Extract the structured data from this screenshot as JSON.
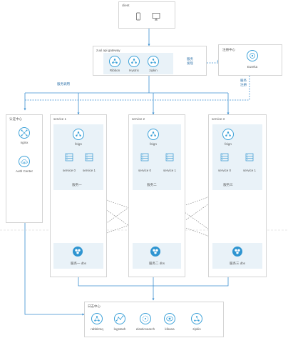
{
  "client": {
    "title": "client",
    "phone_icon": "mobile-phone-icon",
    "desktop_icon": "desktop-monitor-icon"
  },
  "gateway": {
    "title": "zuul api gateway",
    "items": [
      {
        "label": "Ribbon",
        "icon": "ribbon-icon"
      },
      {
        "label": "Hystrix",
        "icon": "hystrix-icon"
      },
      {
        "label": "zipkin",
        "icon": "zipkin-icon"
      }
    ],
    "discovery_note": "服务\n发现"
  },
  "registry": {
    "title": "注册中心",
    "item": {
      "label": "Eureka",
      "icon": "eureka-icon"
    },
    "register_note": "服务\n注册"
  },
  "call_note": "服务调用",
  "auth_center": {
    "title": "认证中心",
    "items": [
      {
        "label": "nginx",
        "icon": "nginx-icon"
      },
      {
        "label": "Auth Center",
        "icon": "auth-center-icon"
      }
    ]
  },
  "services": [
    {
      "title": "service 1",
      "feign": "feign",
      "instances": [
        "service 0",
        "service 1"
      ],
      "group": "服务一",
      "db": "服务一 dbs"
    },
    {
      "title": "service 2",
      "feign": "feign",
      "instances": [
        "service 0",
        "service 1"
      ],
      "group": "服务二",
      "db": "服务二 dbs"
    },
    {
      "title": "service 3",
      "feign": "feign",
      "instances": [
        "service 0",
        "service 1"
      ],
      "group": "服务三",
      "db": "服务三 dbs"
    }
  ],
  "log_center": {
    "title": "日志中心",
    "items": [
      {
        "label": "rabbitmq",
        "icon": "rabbitmq-icon"
      },
      {
        "label": "logstash",
        "icon": "logstash-icon"
      },
      {
        "label": "elasticsearch",
        "icon": "elasticsearch-icon"
      },
      {
        "label": "kibana",
        "icon": "kibana-icon"
      },
      {
        "label": "zipkin",
        "icon": "zipkin-icon"
      }
    ]
  },
  "colors": {
    "accent": "#3aa0d8",
    "line": "#3b8fd0",
    "panel": "#e9f2f8",
    "border": "#d4d4d4",
    "mesh": "#7a7a7a"
  }
}
